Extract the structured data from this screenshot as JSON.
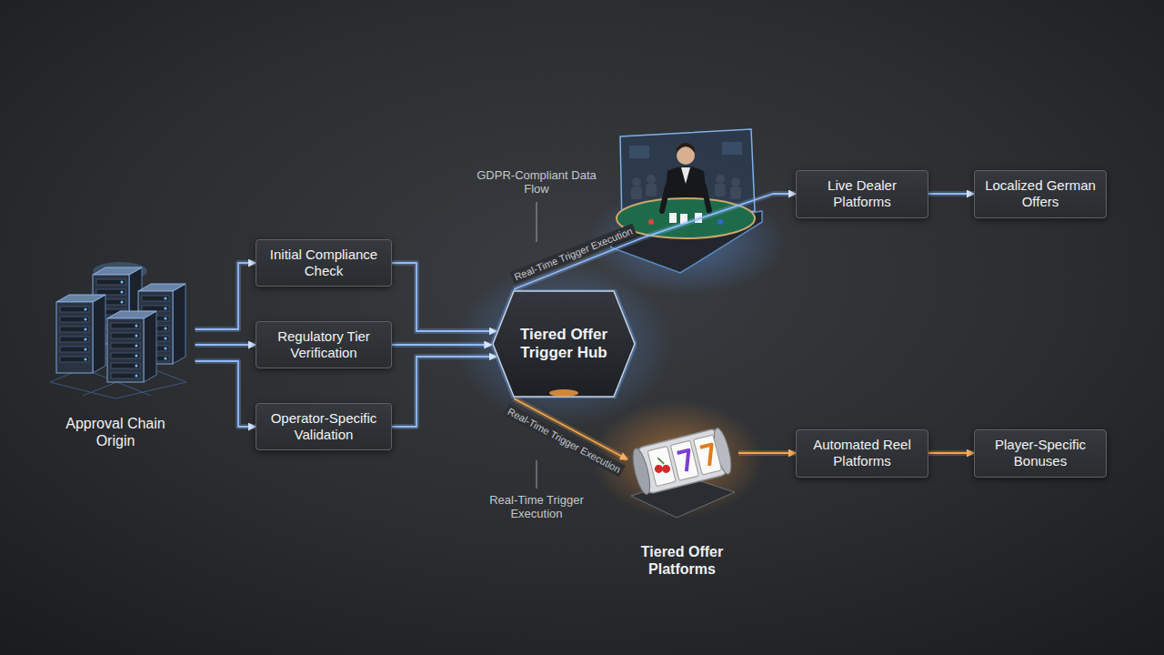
{
  "diagram": {
    "nodes": [
      {
        "text": [
          "Approval Chain Origin"
        ]
      },
      {
        "text": [
          "Initial Compliance Check"
        ]
      },
      {
        "text": [
          "Regulatory Tier Verification"
        ]
      },
      {
        "text": [
          "Operator-Specific Validation"
        ]
      },
      {
        "text": [
          "Tiered Offer Trigger Hub"
        ]
      },
      {
        "text": [
          "Live Dealer Platforms"
        ]
      },
      {
        "text": [
          "Localized German Offers"
        ]
      },
      {
        "text": [
          "Tiered Offer Platforms"
        ]
      },
      {
        "text": [
          "Automated Reel Platforms"
        ]
      },
      {
        "text": [
          "Player-Specific Bonuses"
        ]
      }
    ],
    "edges": [
      {
        "from": 0,
        "to": 1,
        "arrow": "to"
      },
      {
        "from": 0,
        "to": 2,
        "arrow": "to"
      },
      {
        "from": 0,
        "to": 3,
        "arrow": "to"
      },
      {
        "from": 1,
        "to": 4,
        "arrow": "to"
      },
      {
        "from": 2,
        "to": 4,
        "arrow": "to"
      },
      {
        "from": 3,
        "to": 4,
        "arrow": "to"
      },
      {
        "from": 4,
        "to": 5,
        "label": "Real-Time Trigger Execution",
        "arrow": "to"
      },
      {
        "from": 5,
        "to": 6,
        "arrow": "to"
      },
      {
        "from": 4,
        "to": 7,
        "label": "Real-Time Trigger Execution",
        "arrow": "to"
      },
      {
        "from": 7,
        "to": 8,
        "arrow": "to"
      },
      {
        "from": 8,
        "to": 9,
        "arrow": "to"
      }
    ],
    "labels": [
      "GDPR-Compliant Data Flow",
      "Real-Time Trigger Execution"
    ]
  }
}
